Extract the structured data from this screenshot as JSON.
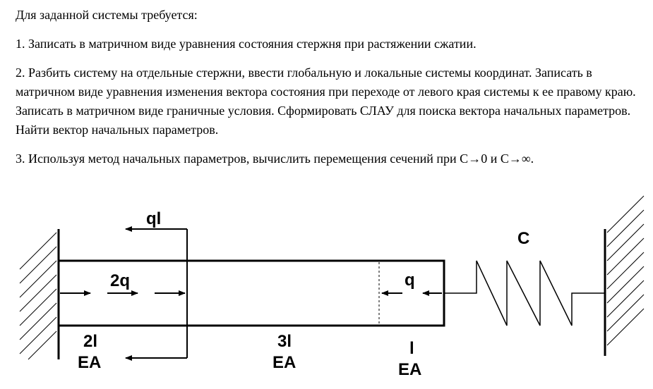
{
  "task": {
    "intro": "Для заданной системы требуется:",
    "items": [
      "1. Записать в матричном виде уравнения состояния стержня при растяжении сжатии.",
      "2. Разбить систему на отдельные стержни, ввести глобальную и локальные системы координат. Записать в матричном виде уравнения изменения вектора состояния при переходе от левого края системы к ее правому краю. Записать в матричном виде граничные условия. Сформировать СЛАУ для поиска вектора начальных параметров. Найти вектор начальных параметров.",
      "3. Используя метод начальных параметров, вычислить перемещения сечений при С→0 и С→∞."
    ]
  },
  "diagram": {
    "load_top": "ql",
    "load_distributed_left": "2q",
    "load_distributed_right": "q",
    "spring": "C",
    "segments": [
      {
        "length": "2l",
        "stiffness": "EA"
      },
      {
        "length": "3l",
        "stiffness": "EA"
      },
      {
        "length": "l",
        "stiffness": "EA"
      }
    ]
  }
}
